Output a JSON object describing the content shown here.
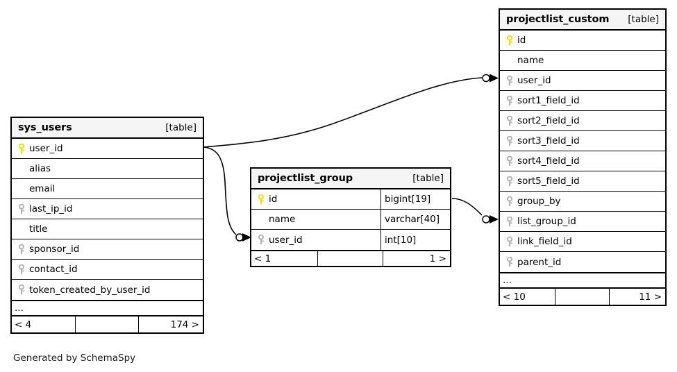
{
  "diagram": {
    "kind_label": "[table]",
    "ellipsis": "...",
    "credit": "Generated by SchemaSpy",
    "colors": {
      "primary_key": "#e4e400",
      "foreign_key": "#b3b3b3",
      "border": "#000000",
      "header_bg": "#f5f5f5",
      "background": "#ffffff"
    }
  },
  "tables": [
    {
      "id": "sys_users",
      "name": "sys_users",
      "kind": "[table]",
      "columns": [
        {
          "name": "user_id",
          "key": "primary",
          "type": ""
        },
        {
          "name": "alias",
          "key": "none",
          "type": ""
        },
        {
          "name": "email",
          "key": "none",
          "type": ""
        },
        {
          "name": "last_ip_id",
          "key": "foreign",
          "type": ""
        },
        {
          "name": "title",
          "key": "none",
          "type": ""
        },
        {
          "name": "sponsor_id",
          "key": "foreign",
          "type": ""
        },
        {
          "name": "contact_id",
          "key": "foreign",
          "type": ""
        },
        {
          "name": "token_created_by_user_id",
          "key": "foreign",
          "type": ""
        }
      ],
      "more_indicator": "...",
      "footer": {
        "left": "< 4",
        "middle": "",
        "right": "174 >"
      }
    },
    {
      "id": "projectlist_group",
      "name": "projectlist_group",
      "kind": "[table]",
      "columns": [
        {
          "name": "id",
          "key": "primary",
          "type": "bigint[19]"
        },
        {
          "name": "name",
          "key": "none",
          "type": "varchar[40]"
        },
        {
          "name": "user_id",
          "key": "foreign",
          "type": "int[10]"
        }
      ],
      "more_indicator": "",
      "footer": {
        "left": "< 1",
        "middle": "",
        "right": "1 >"
      }
    },
    {
      "id": "projectlist_custom",
      "name": "projectlist_custom",
      "kind": "[table]",
      "columns": [
        {
          "name": "id",
          "key": "primary",
          "type": ""
        },
        {
          "name": "name",
          "key": "none",
          "type": ""
        },
        {
          "name": "user_id",
          "key": "foreign",
          "type": ""
        },
        {
          "name": "sort1_field_id",
          "key": "foreign",
          "type": ""
        },
        {
          "name": "sort2_field_id",
          "key": "foreign",
          "type": ""
        },
        {
          "name": "sort3_field_id",
          "key": "foreign",
          "type": ""
        },
        {
          "name": "sort4_field_id",
          "key": "foreign",
          "type": ""
        },
        {
          "name": "sort5_field_id",
          "key": "foreign",
          "type": ""
        },
        {
          "name": "group_by",
          "key": "foreign",
          "type": ""
        },
        {
          "name": "list_group_id",
          "key": "foreign",
          "type": ""
        },
        {
          "name": "link_field_id",
          "key": "foreign",
          "type": ""
        },
        {
          "name": "parent_id",
          "key": "foreign",
          "type": ""
        }
      ],
      "more_indicator": "...",
      "footer": {
        "left": "< 10",
        "middle": "",
        "right": "11 >"
      }
    }
  ],
  "relationships": [
    {
      "from": "sys_users.user_id",
      "to": "projectlist_custom.user_id"
    },
    {
      "from": "sys_users.user_id",
      "to": "projectlist_group.user_id"
    },
    {
      "from": "projectlist_group.id",
      "to": "projectlist_custom.list_group_id"
    }
  ]
}
